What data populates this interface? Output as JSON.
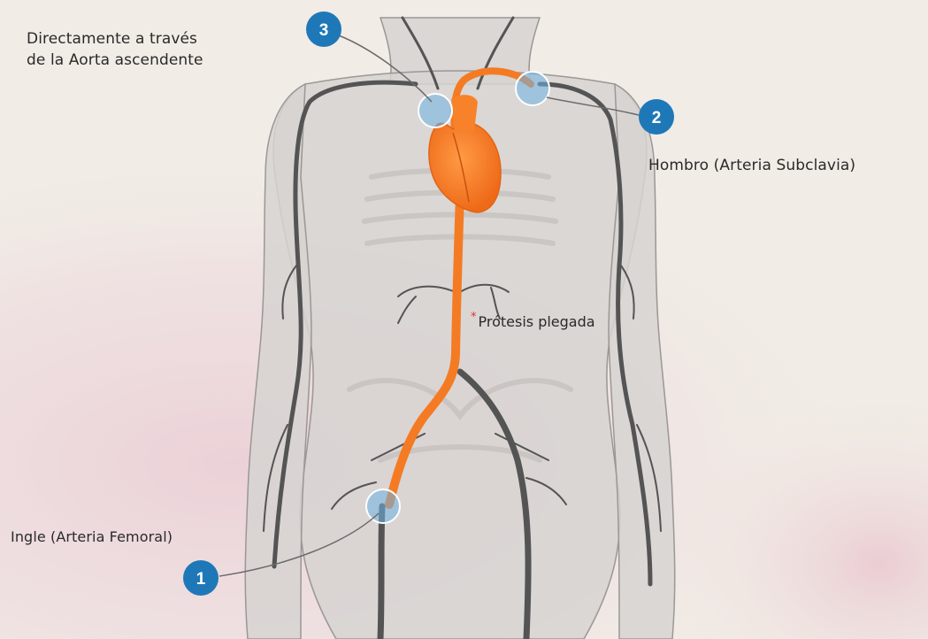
{
  "colors": {
    "background": "#f1ece6",
    "background_pink": "#e9c8d2",
    "body_fill": "#d6d3d1",
    "body_outline": "#9a9794",
    "vessel_dark": "#545454",
    "vessel_orange": "#f47b24",
    "heart_orange": "#f7822a",
    "marker_blue": "#1e78b8",
    "access_ring": "#6fb3e3",
    "asterisk_red": "#e0322b"
  },
  "markers": [
    {
      "number": "1",
      "label": "Ingle (Arteria Femoral)"
    },
    {
      "number": "2",
      "label": "Hombro (Arteria Subclavia)"
    },
    {
      "number": "3",
      "label": "Directamente a través\nde la Aorta ascendente"
    }
  ],
  "prosthesis": {
    "asterisk": "*",
    "label": "Prótesis plegada"
  }
}
